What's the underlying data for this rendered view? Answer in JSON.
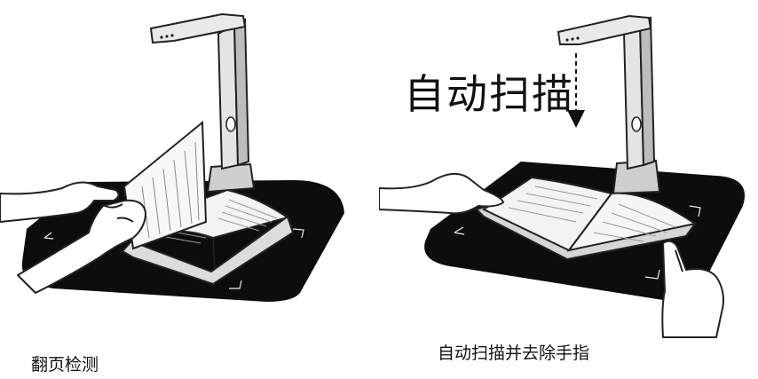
{
  "panels": {
    "left": {
      "caption": "翻页检测"
    },
    "right": {
      "caption": "自动扫描并去除手指",
      "overlay_label": "自动扫描"
    }
  },
  "colors": {
    "mat": "#0d0d0d",
    "scanner_body": "#d9d9d9",
    "page": "#efefef",
    "ink": "#111111"
  },
  "icons": [
    "scanner-icon",
    "book-icon",
    "hand-icon",
    "arrow-down-icon"
  ]
}
